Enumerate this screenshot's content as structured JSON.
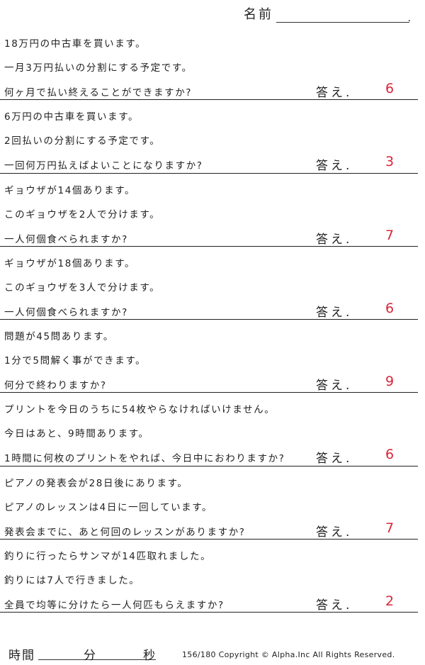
{
  "header": {
    "name_label": "名前",
    "name_dot": "."
  },
  "answer_label": "答え.",
  "problems": [
    {
      "lines": [
        "18万円の中古車を買います。",
        "一月3万円払いの分割にする予定です。",
        "何ヶ月で払い終えることができますか?"
      ],
      "answer": "6"
    },
    {
      "lines": [
        "6万円の中古車を買います。",
        "2回払いの分割にする予定です。",
        "一回何万円払えばよいことになりますか?"
      ],
      "answer": "3"
    },
    {
      "lines": [
        "ギョウザが14個あります。",
        "このギョウザを2人で分けます。",
        "一人何個食べられますか?"
      ],
      "answer": "7"
    },
    {
      "lines": [
        "ギョウザが18個あります。",
        "このギョウザを3人で分けます。",
        "一人何個食べられますか?"
      ],
      "answer": "6"
    },
    {
      "lines": [
        "問題が45問あります。",
        "1分で5問解く事ができます。",
        "何分で終わりますか?"
      ],
      "answer": "9"
    },
    {
      "lines": [
        "プリントを今日のうちに54枚やらなければいけません。",
        "今日はあと、9時間あります。",
        "1時間に何枚のプリントをやれば、今日中におわりますか?"
      ],
      "answer": "6"
    },
    {
      "lines": [
        "ピアノの発表会が28日後にあります。",
        "ピアノのレッスンは4日に一回しています。",
        "発表会までに、あと何回のレッスンがありますか?"
      ],
      "answer": "7"
    },
    {
      "lines": [
        "釣りに行ったらサンマが14匹取れました。",
        "釣りには7人で行きました。",
        "全員で均等に分けたら一人何匹もらえますか?"
      ],
      "answer": "2"
    }
  ],
  "footer": {
    "time_label": "時間",
    "minute_label": "分",
    "second_label": "秒",
    "page_and_copyright": "156/180 Copyright © Alpha.Inc All Rights Reserved."
  }
}
